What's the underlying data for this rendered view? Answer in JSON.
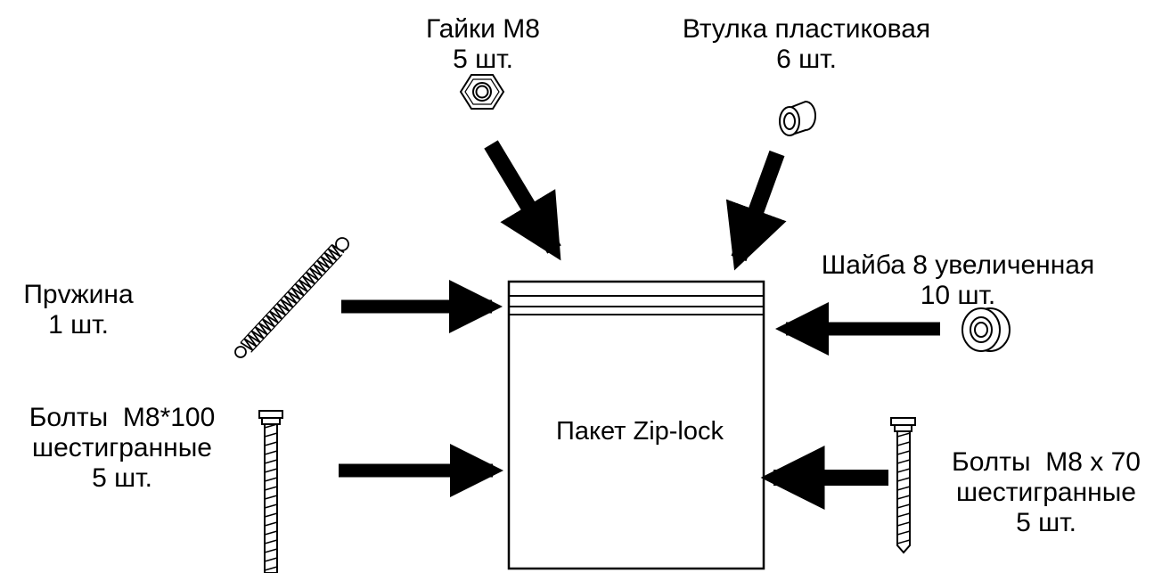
{
  "items": {
    "nuts": {
      "name": "Гайки М8",
      "qty": "5 шт."
    },
    "bushing": {
      "name": "Втулка пластиковая",
      "qty": "6 шт."
    },
    "washer": {
      "name": "Шайба 8 увеличенная",
      "qty": "10 шт."
    },
    "spring": {
      "name": "Прvжина",
      "qty": "1 шт."
    },
    "bolts100": {
      "name": "Болты  М8*100",
      "type": "шестигранные",
      "qty": "5 шт."
    },
    "bolts70": {
      "name": "Болты  М8 х 70",
      "type": "шестигранные",
      "qty": "5 шт."
    }
  },
  "bag": {
    "label": "Пакет Zip-lock"
  }
}
